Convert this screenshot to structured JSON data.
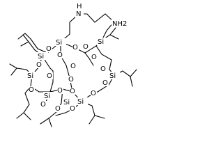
{
  "molecule": {
    "labels": {
      "si": "Si",
      "o": "O",
      "n": "N",
      "h": "H",
      "nh2": "NH2"
    }
  }
}
